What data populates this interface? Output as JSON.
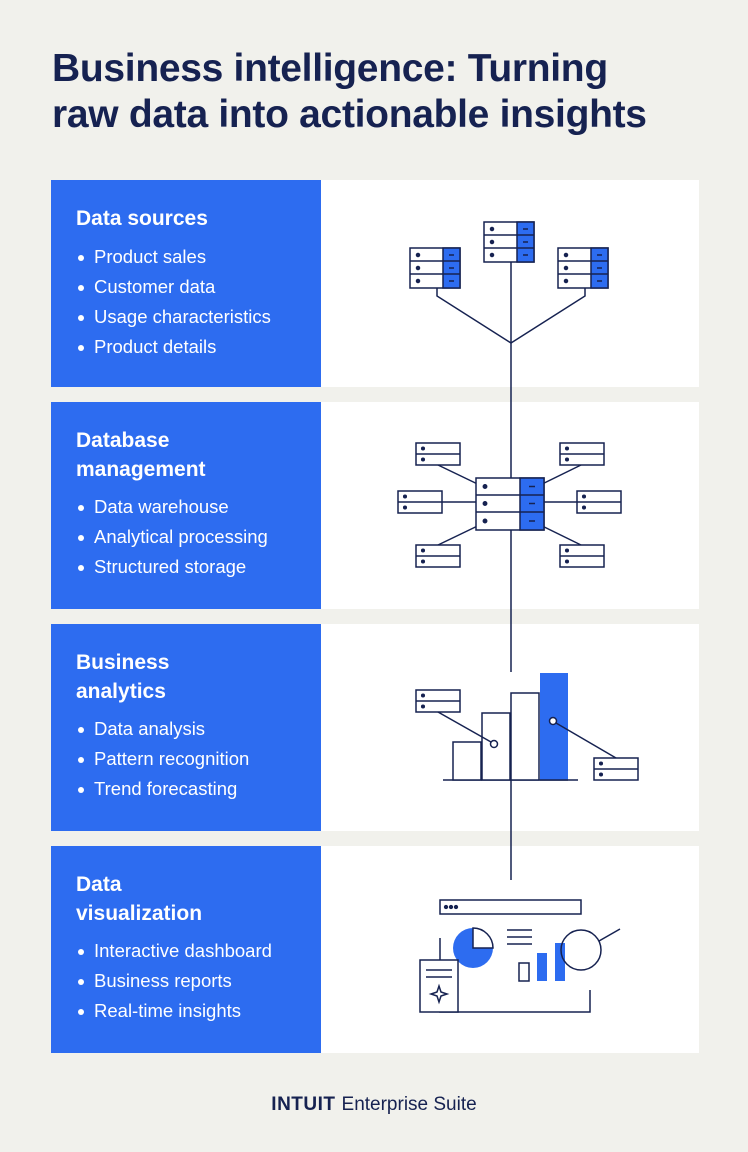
{
  "title": {
    "line1": "Business intelligence: Turning",
    "line2": "raw data into actionable insights"
  },
  "sections": [
    {
      "heading_lines": [
        "Data sources",
        ""
      ],
      "items": [
        "Product sales",
        "Customer data",
        "Usage characteristics",
        "Product details"
      ],
      "icon": "branching-servers-icon"
    },
    {
      "heading_lines": [
        "Database",
        "management"
      ],
      "items": [
        "Data warehouse",
        "Analytical processing",
        "Structured storage"
      ],
      "icon": "central-database-hub-icon"
    },
    {
      "heading_lines": [
        "Business",
        "analytics"
      ],
      "items": [
        "Data analysis",
        "Pattern recognition",
        "Trend forecasting"
      ],
      "icon": "bar-chart-analytics-icon"
    },
    {
      "heading_lines": [
        "Data",
        "visualization"
      ],
      "items": [
        "Interactive dashboard",
        "Business reports",
        "Real-time insights"
      ],
      "icon": "dashboard-report-icon"
    }
  ],
  "footer": {
    "brand": "INTUIT",
    "product": "Enterprise Suite"
  },
  "colors": {
    "background": "#f1f1ec",
    "accent_blue": "#2d6cf0",
    "navy": "#162251"
  }
}
